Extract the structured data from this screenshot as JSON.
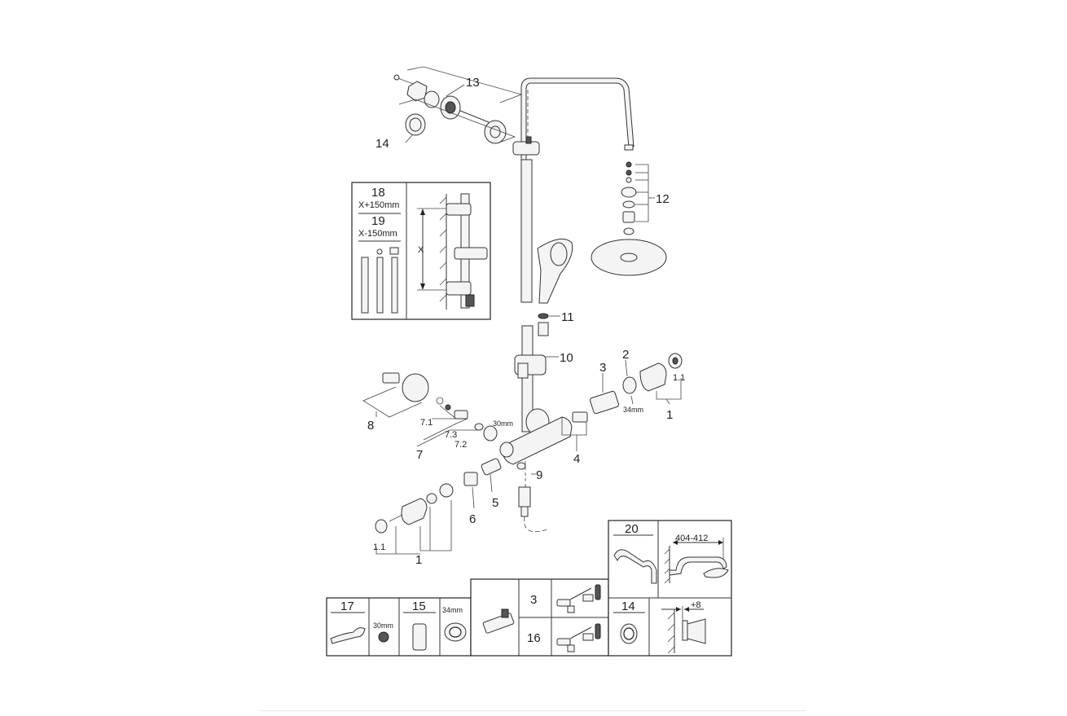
{
  "labels": {
    "p1": "1",
    "p1b": "1",
    "p1_1": "1.1",
    "p1_1b": "1.1",
    "p2": "2",
    "p3": "3",
    "p4": "4",
    "p5": "5",
    "p6": "6",
    "p7": "7",
    "p7_1": "7.1",
    "p7_2": "7.2",
    "p7_3": "7.3",
    "p8": "8",
    "p9": "9",
    "p10": "10",
    "p11": "11",
    "p12": "12",
    "p13": "13",
    "p14": "14"
  },
  "dims": {
    "nut30": "30mm",
    "nut34": "34mm",
    "reach": "404-412",
    "offset": "+8",
    "x": "X"
  },
  "inset_rail": {
    "p18": "18",
    "p18_dim": "X+150mm",
    "p19": "19",
    "p19_dim": "X-150mm"
  },
  "accessory_boxes": {
    "p17": "17",
    "p17_dim": "30mm",
    "p15": "15",
    "p15_dim": "34mm",
    "p3": "3",
    "p16": "16",
    "p20": "20",
    "p14": "14"
  }
}
